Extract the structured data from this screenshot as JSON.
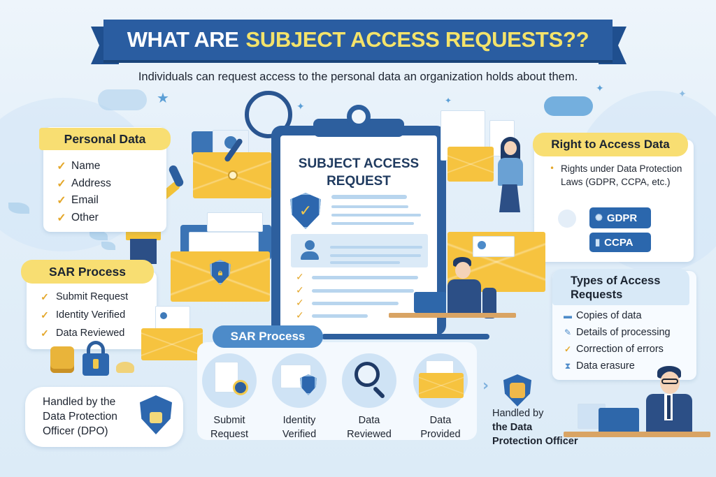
{
  "header": {
    "title_part1": "WHAT ARE",
    "title_part2": "SUBJECT ACCESS REQUESTS??",
    "subtitle": "Individuals can request access to the personal data an organization holds about them."
  },
  "personal_data": {
    "title": "Personal Data",
    "items": [
      "Name",
      "Address",
      "Email",
      "Other"
    ],
    "check_icon": "✓"
  },
  "sar_process_left": {
    "title": "SAR Process",
    "items": [
      "Submit Request",
      "Identity Verified",
      "Data Reviewed"
    ],
    "check_icon": "✓"
  },
  "dpo_left": {
    "line1": "Handled by the",
    "line2": "Data Protection",
    "line3": "Officer (DPO)"
  },
  "clipboard": {
    "title_line1": "SUBJECT ACCESS",
    "title_line2": "REQUEST",
    "check_icon": "✓"
  },
  "right_to_access": {
    "title": "Right to Access Data",
    "bullet": "•",
    "text": "Rights under Data Protection Laws (GDPR, CCPA, etc.)",
    "badges": [
      {
        "label": "GDPR",
        "icon": "✺"
      },
      {
        "label": "CCPA",
        "icon": "▮"
      }
    ]
  },
  "types_of_access": {
    "title_line1": "Types of Access",
    "title_line2": "Requests",
    "items": [
      {
        "label": "Copies of data",
        "icon": "▬"
      },
      {
        "label": "Details of processing",
        "icon": "✎"
      },
      {
        "label": "Correction of errors",
        "icon": "✓"
      },
      {
        "label": "Data erasure",
        "icon": "⧗"
      }
    ]
  },
  "sar_process_bottom": {
    "title": "SAR Process",
    "steps": [
      {
        "line1": "Submit",
        "line2": "Request"
      },
      {
        "line1": "Identity",
        "line2": "Verified"
      },
      {
        "line1": "Data",
        "line2": "Reviewed"
      },
      {
        "line1": "Data",
        "line2": "Provided"
      }
    ],
    "final_line1": "Handled by",
    "final_line2": "the Data",
    "final_line3": "Protection Officer",
    "arrow": "›"
  },
  "colors": {
    "banner_blue": "#2a5da1",
    "title_yellow": "#f4e36a",
    "ribbon_yellow": "#f8de72",
    "check_gold": "#e4a72a",
    "badge_blue": "#2b67ad",
    "background": "#e3eff9"
  }
}
